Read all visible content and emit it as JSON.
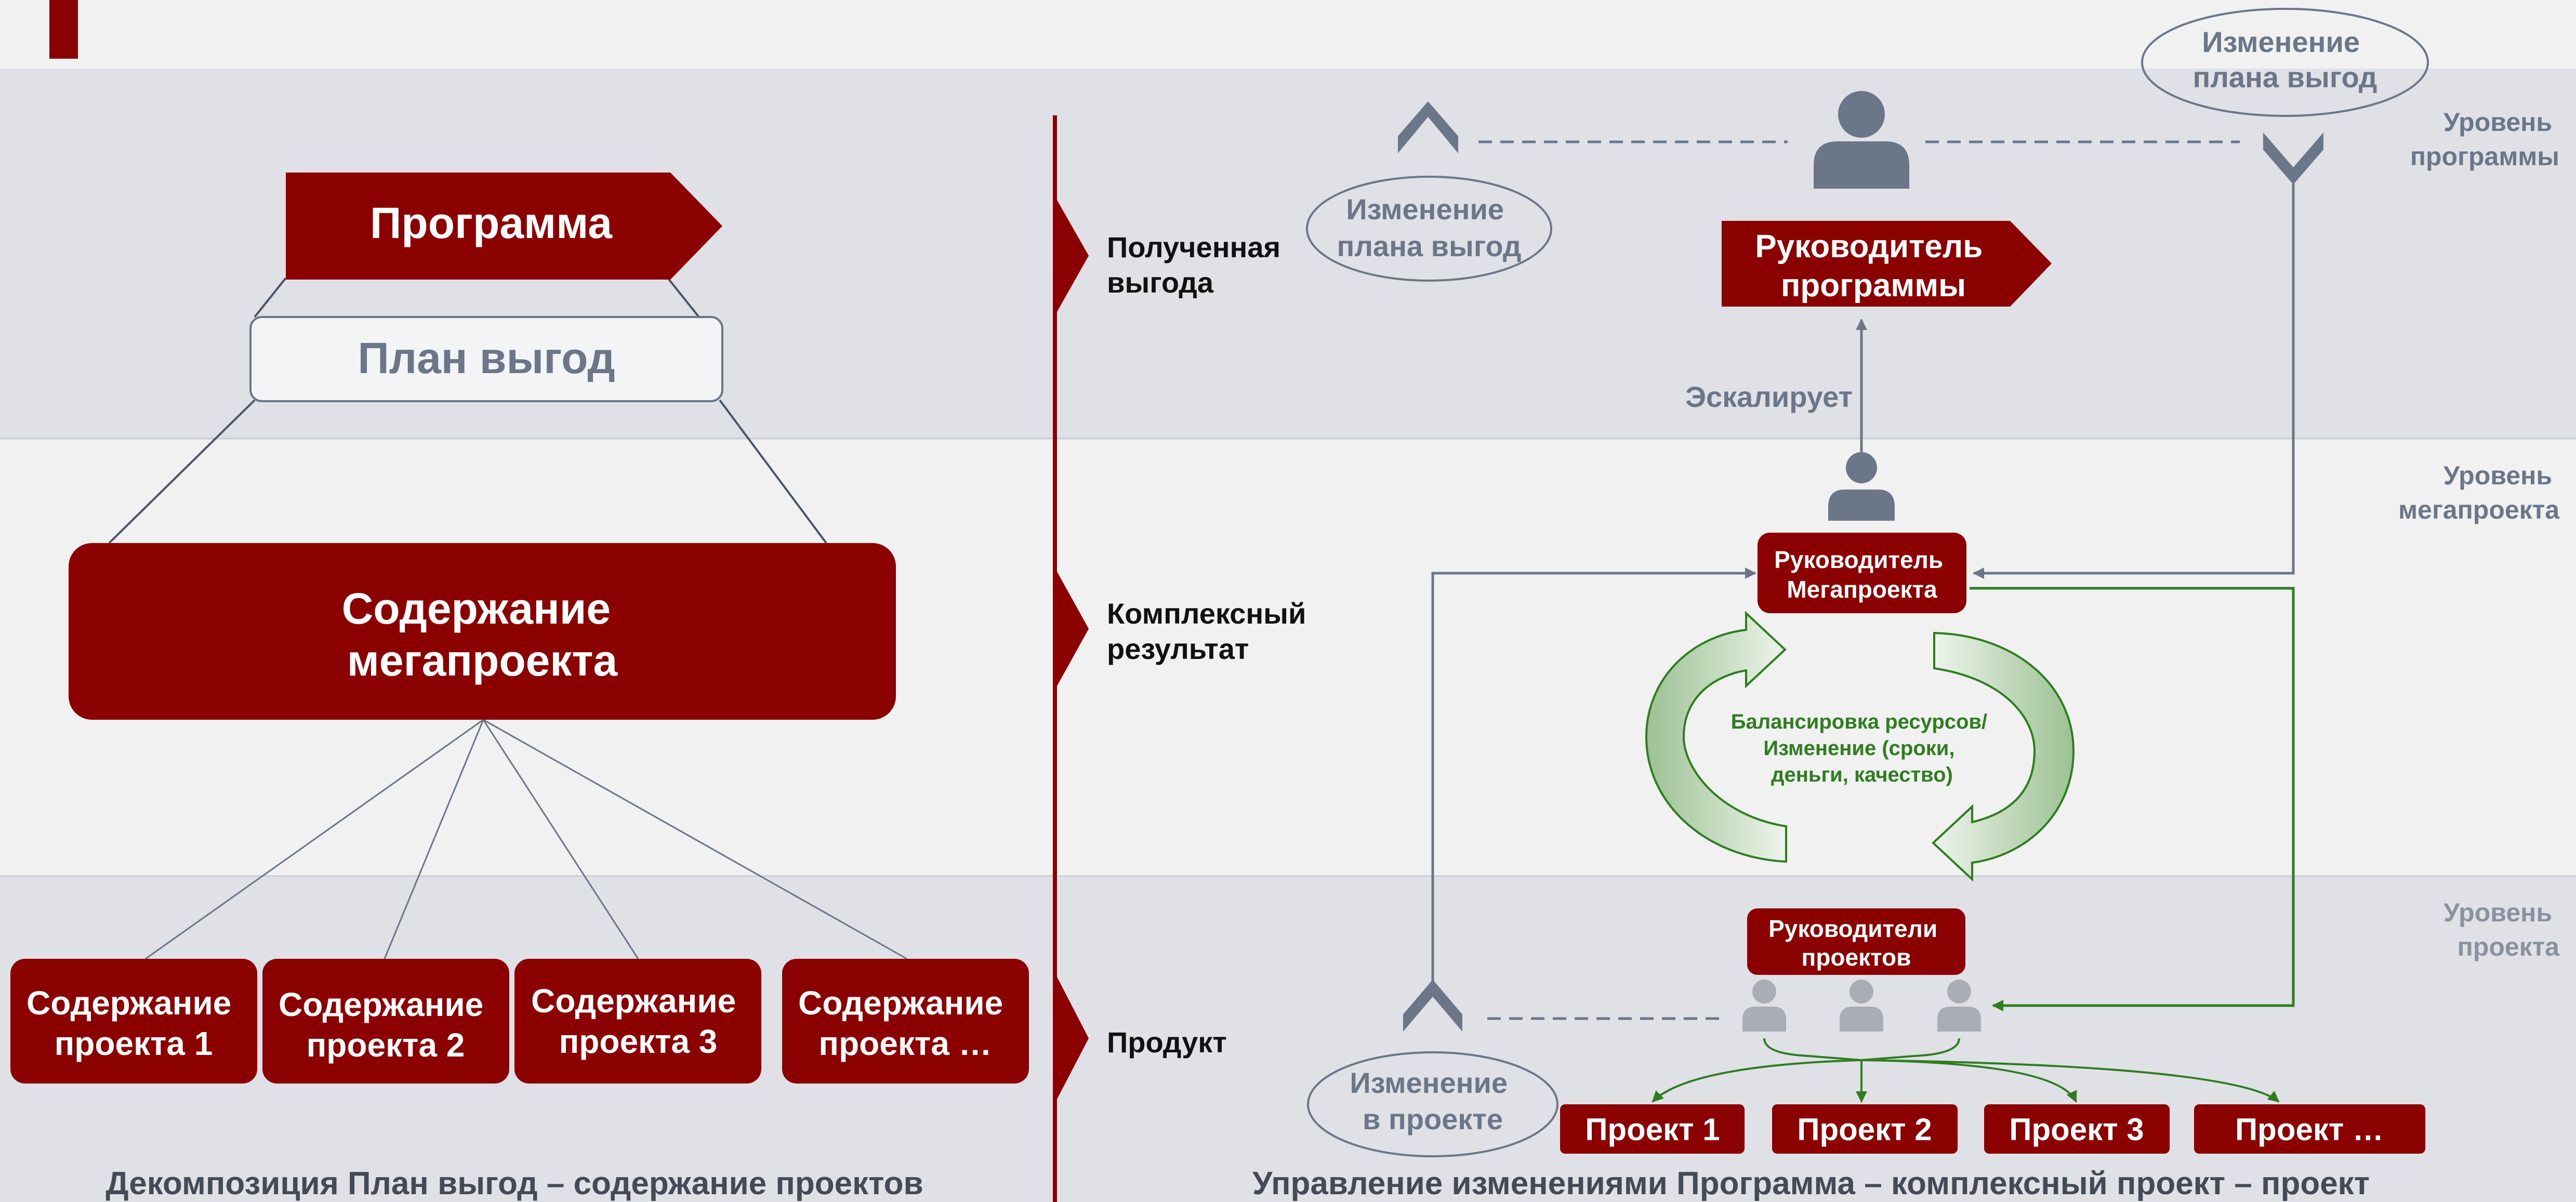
{
  "left_panel": {
    "program": "Программа",
    "benefit_plan": "План выгод",
    "megaproject_line1": "Содержание",
    "megaproject_line2": "мегапроекта",
    "projects": [
      {
        "line1": "Содержание",
        "line2": "проекта 1"
      },
      {
        "line1": "Содержание",
        "line2": "проекта 2"
      },
      {
        "line1": "Содержание",
        "line2": "проекта 3"
      },
      {
        "line1": "Содержание",
        "line2": "проекта …"
      }
    ],
    "caption": "Декомпозиция План выгод – содержание проектов"
  },
  "levels_mid": [
    {
      "line1": "Полученная",
      "line2": "выгода"
    },
    {
      "line1": "Комплексный",
      "line2": "результат"
    },
    {
      "line1": "Продукт",
      "line2": ""
    }
  ],
  "level_labels": [
    {
      "line1": "Уровень",
      "line2": "программы"
    },
    {
      "line1": "Уровень",
      "line2": "мегапроекта"
    },
    {
      "line1": "Уровень",
      "line2": "проекта"
    }
  ],
  "right_panel": {
    "change_top_right": {
      "line1": "Изменение",
      "line2": "плана выгод"
    },
    "change_program": {
      "line1": "Изменение",
      "line2": "плана выгод"
    },
    "program_manager": {
      "line1": "Руководитель",
      "line2": "программы"
    },
    "escalates": "Эскалирует",
    "mega_manager": {
      "line1": "Руководитель",
      "line2": "Мегапроекта"
    },
    "cycle_text": [
      "Балансировка ресурсов/",
      "Изменение (сроки,",
      "деньги, качество)"
    ],
    "project_managers": {
      "line1": "Руководители",
      "line2": "проектов"
    },
    "change_project": {
      "line1": "Изменение",
      "line2": "в проекте"
    },
    "projects": [
      "Проект 1",
      "Проект 2",
      "Проект 3",
      "Проект …"
    ],
    "caption": "Управление изменениями Программа – комплексный проект – проект"
  },
  "colors": {
    "accent_red": "#8b0000",
    "slate": "#6b7689",
    "green": "#2e7d1e",
    "band_dark": "#dfe1e6",
    "band_light": "#f1f1f2"
  },
  "icons": [
    "person-icon",
    "chevron-up-icon",
    "chevron-down-icon",
    "cycle-arrows-icon"
  ]
}
